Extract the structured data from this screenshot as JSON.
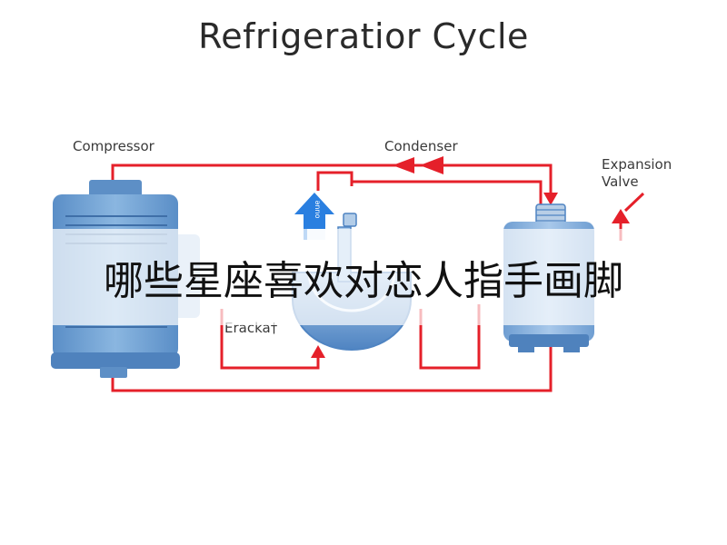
{
  "title": "Refrigeratior Cycle",
  "labels": {
    "compressor": "Compressor",
    "condenser": "Condenser",
    "expansion_valve": "Expansion\nValve",
    "evaporator": "Eracka†"
  },
  "arrow_tag": "ouue",
  "overlay_caption": "哪些星座喜欢对恋人指手画脚",
  "colors": {
    "pipe": "#e5202a",
    "unit_blue": "#6f9fd0",
    "unit_dark": "#4f82bd",
    "up_arrow": "#2a7fe0"
  }
}
